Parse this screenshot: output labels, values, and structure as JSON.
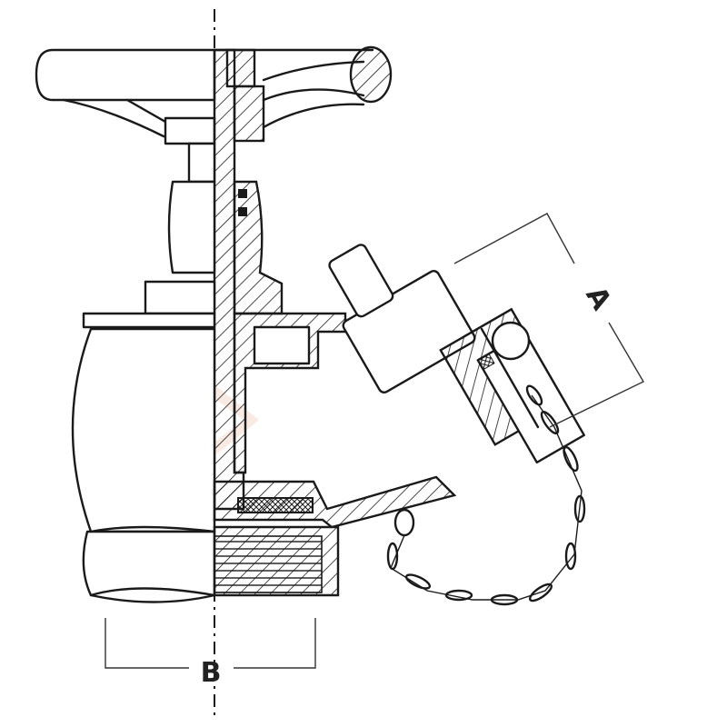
{
  "diagram": {
    "subject": "Angle hydrant landing valve with blanking cap and chain (half cross-section)",
    "dimension_labels": {
      "a": "A",
      "b": "B"
    },
    "colors": {
      "line": "#1a1a1a",
      "background": "#ffffff",
      "watermark": "#f6d5c8"
    },
    "parts": [
      "handwheel",
      "spindle",
      "bonnet",
      "gland",
      "valve-body",
      "outlet-branch",
      "blanking-cap",
      "cap-lug",
      "chain",
      "inlet-thread",
      "hex-nut",
      "seat-washer"
    ]
  }
}
